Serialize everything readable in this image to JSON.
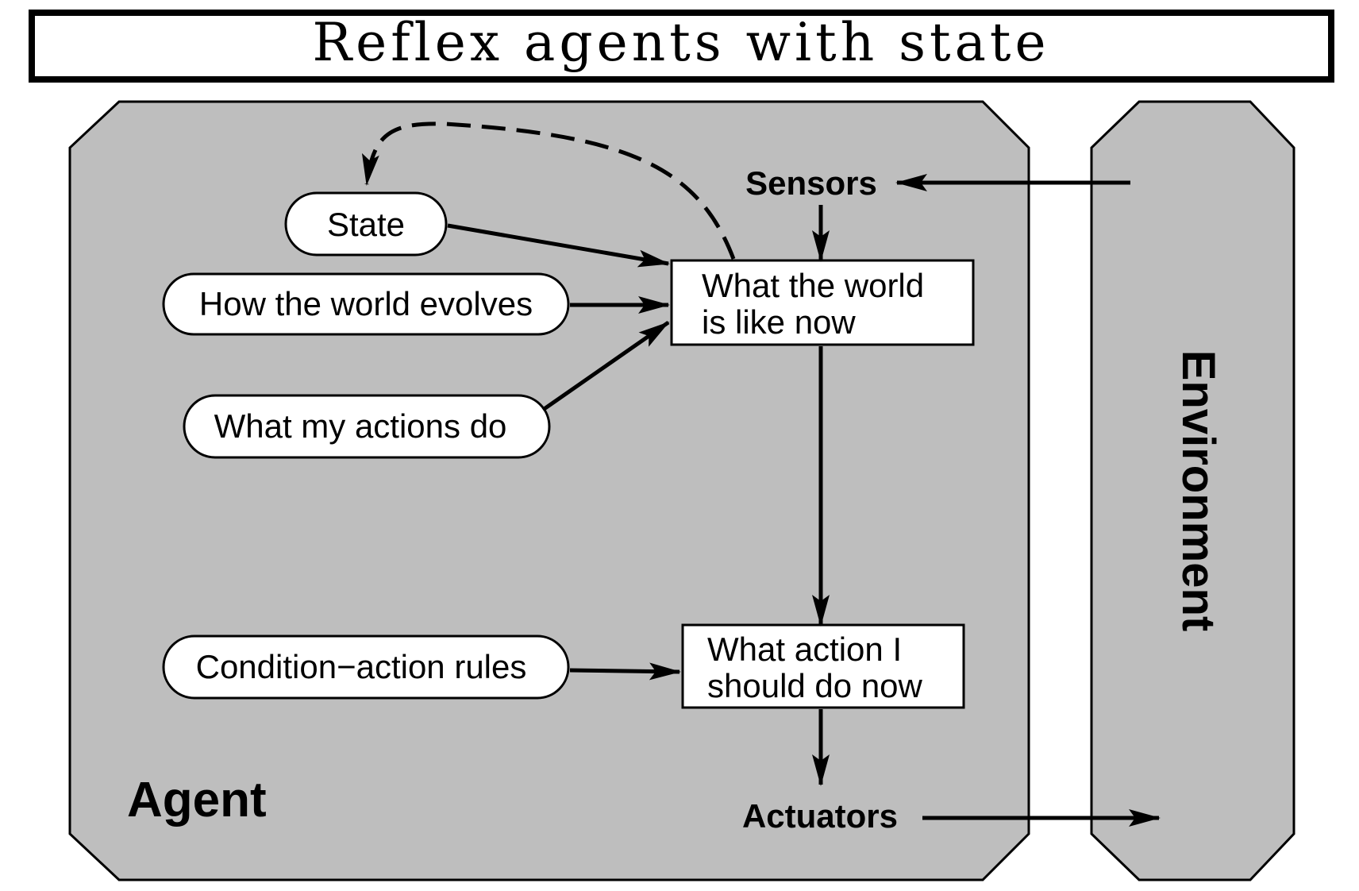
{
  "title": "Reflex agents with state",
  "agent": {
    "label": "Agent",
    "sensors_label": "Sensors",
    "actuators_label": "Actuators",
    "nodes": {
      "state": "State",
      "world_evolves": "How the world evolves",
      "actions_do": "What my actions do",
      "rules": "Condition−action rules"
    },
    "boxes": {
      "world_now": [
        "What the world",
        "is like now"
      ],
      "action_now": [
        "What action I",
        "should do now"
      ]
    }
  },
  "environment": {
    "label": "Environment"
  },
  "colors": {
    "panel_fill": "#bebebe",
    "stroke": "#000000",
    "node_fill": "#ffffff"
  }
}
